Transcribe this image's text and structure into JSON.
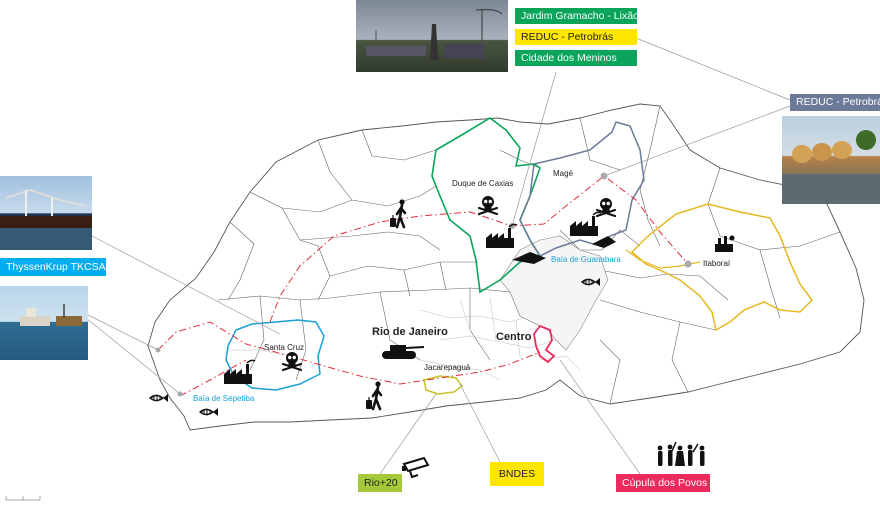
{
  "colors": {
    "green": "#0aa55a",
    "yellow": "#ffe600",
    "slate": "#6b7a99",
    "cyan": "#00aeef",
    "pink": "#ec2a5c",
    "lime": "#a6c93a",
    "route": "#e0303a",
    "water_label": "#1aa0d8"
  },
  "tags": {
    "jardim_gramacho": "Jardim Gramacho - Lixão",
    "reduc_top": "REDUC - Petrobrás",
    "cidade_meninos": "Cidade dos Meninos",
    "reduc_right": "REDUC - Petrobrás",
    "thyssenkrupp": "ThyssenKrup TKCSA",
    "rio20": "Rio+20",
    "bndes": "BNDES",
    "cupula": "Cúpula dos Povos"
  },
  "places": {
    "duque_de_caxias": "Duque de Caxias",
    "mage": "Magé",
    "itaborai": "Itaboraí",
    "baia_guanabara": "Baía de Guanabara",
    "rio_de_janeiro": "Rio de Janeiro",
    "centro": "Centro",
    "santa_cruz": "Santa Cruz",
    "jacarepagua": "Jacarepaguá",
    "baia_sepetiba": "Baía de Sepetiba"
  },
  "icons": [
    "skull-icon",
    "walking-person-icon",
    "factory-icon",
    "dead-fish-icon",
    "tank-icon",
    "camera-icon",
    "protest-crowd-icon"
  ]
}
